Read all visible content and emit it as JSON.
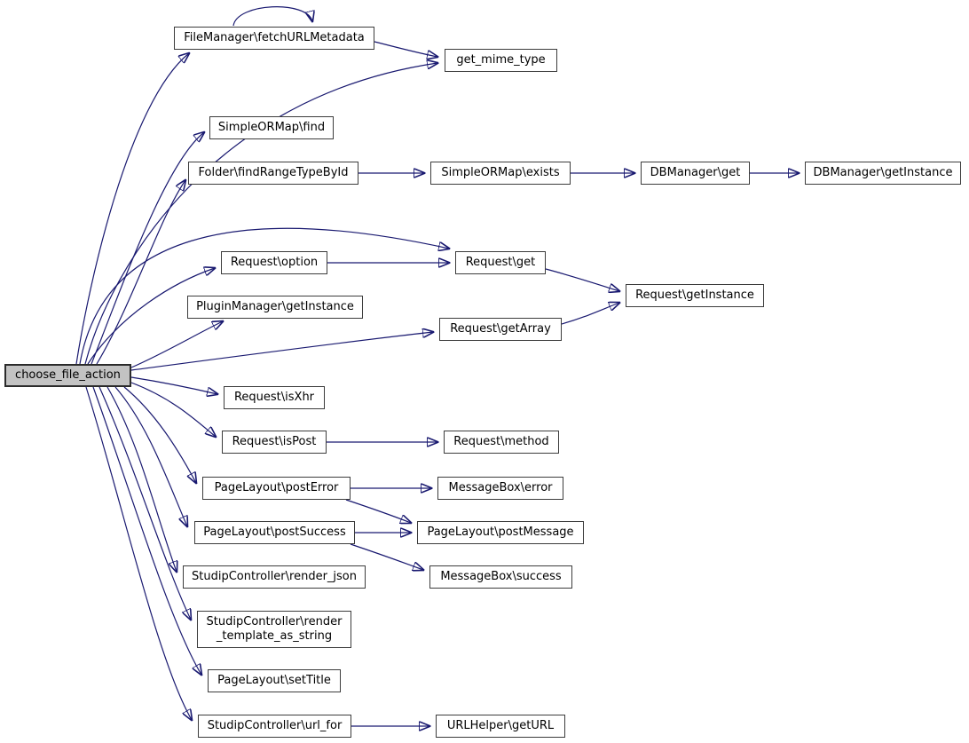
{
  "diagram": {
    "type": "call-graph",
    "root_function": "choose_file_action",
    "colors": {
      "edge": "#191970",
      "node_border": "#3c3c3c",
      "node_fill": "#ffffff",
      "root_fill": "#c3c3c3",
      "text": "#000000",
      "background": "#ffffff"
    },
    "nodes": [
      {
        "id": "fetch-url-metadata",
        "label": "FileManager\\fetchURLMetadata"
      },
      {
        "id": "get-mime-type",
        "label": "get_mime_type"
      },
      {
        "id": "simpleormap-find",
        "label": "SimpleORMap\\find"
      },
      {
        "id": "folder-find-range-type-by-id",
        "label": "Folder\\findRangeTypeById"
      },
      {
        "id": "simpleormap-exists",
        "label": "SimpleORMap\\exists"
      },
      {
        "id": "dbmanager-get",
        "label": "DBManager\\get"
      },
      {
        "id": "dbmanager-getinstance",
        "label": "DBManager\\getInstance"
      },
      {
        "id": "request-option",
        "label": "Request\\option"
      },
      {
        "id": "request-get",
        "label": "Request\\get"
      },
      {
        "id": "request-getinstance",
        "label": "Request\\getInstance"
      },
      {
        "id": "pluginmanager-getinstance",
        "label": "PluginManager\\getInstance"
      },
      {
        "id": "request-getarray",
        "label": "Request\\getArray"
      },
      {
        "id": "choose-file-action",
        "label": "choose_file_action"
      },
      {
        "id": "request-isxhr",
        "label": "Request\\isXhr"
      },
      {
        "id": "request-ispost",
        "label": "Request\\isPost"
      },
      {
        "id": "request-method",
        "label": "Request\\method"
      },
      {
        "id": "pagelayout-posterror",
        "label": "PageLayout\\postError"
      },
      {
        "id": "messagebox-error",
        "label": "MessageBox\\error"
      },
      {
        "id": "pagelayout-postsuccess",
        "label": "PageLayout\\postSuccess"
      },
      {
        "id": "pagelayout-postmessage",
        "label": "PageLayout\\postMessage"
      },
      {
        "id": "studipcontroller-render-json",
        "label": "StudipController\\render_json"
      },
      {
        "id": "messagebox-success",
        "label": "MessageBox\\success"
      },
      {
        "id": "studipcontroller-render-template-as-string",
        "label": "StudipController\\render\n_template_as_string"
      },
      {
        "id": "pagelayout-settitle",
        "label": "PageLayout\\setTitle"
      },
      {
        "id": "studipcontroller-url-for",
        "label": "StudipController\\url_for"
      },
      {
        "id": "urlhelper-geturl",
        "label": "URLHelper\\getURL"
      }
    ],
    "edges": [
      {
        "from": "choose-file-action",
        "to": "fetch-url-metadata"
      },
      {
        "from": "fetch-url-metadata",
        "to": "fetch-url-metadata"
      },
      {
        "from": "fetch-url-metadata",
        "to": "get-mime-type"
      },
      {
        "from": "choose-file-action",
        "to": "get-mime-type"
      },
      {
        "from": "choose-file-action",
        "to": "simpleormap-find"
      },
      {
        "from": "choose-file-action",
        "to": "folder-find-range-type-by-id"
      },
      {
        "from": "folder-find-range-type-by-id",
        "to": "simpleormap-exists"
      },
      {
        "from": "simpleormap-exists",
        "to": "dbmanager-get"
      },
      {
        "from": "dbmanager-get",
        "to": "dbmanager-getinstance"
      },
      {
        "from": "choose-file-action",
        "to": "request-get"
      },
      {
        "from": "choose-file-action",
        "to": "request-option"
      },
      {
        "from": "request-option",
        "to": "request-get"
      },
      {
        "from": "request-get",
        "to": "request-getinstance"
      },
      {
        "from": "choose-file-action",
        "to": "pluginmanager-getinstance"
      },
      {
        "from": "choose-file-action",
        "to": "request-getarray"
      },
      {
        "from": "request-getarray",
        "to": "request-getinstance"
      },
      {
        "from": "choose-file-action",
        "to": "request-isxhr"
      },
      {
        "from": "choose-file-action",
        "to": "request-ispost"
      },
      {
        "from": "request-ispost",
        "to": "request-method"
      },
      {
        "from": "choose-file-action",
        "to": "pagelayout-posterror"
      },
      {
        "from": "pagelayout-posterror",
        "to": "messagebox-error"
      },
      {
        "from": "pagelayout-posterror",
        "to": "pagelayout-postmessage"
      },
      {
        "from": "choose-file-action",
        "to": "pagelayout-postsuccess"
      },
      {
        "from": "pagelayout-postsuccess",
        "to": "pagelayout-postmessage"
      },
      {
        "from": "pagelayout-postsuccess",
        "to": "messagebox-success"
      },
      {
        "from": "choose-file-action",
        "to": "studipcontroller-render-json"
      },
      {
        "from": "choose-file-action",
        "to": "studipcontroller-render-template-as-string"
      },
      {
        "from": "choose-file-action",
        "to": "pagelayout-settitle"
      },
      {
        "from": "choose-file-action",
        "to": "studipcontroller-url-for"
      },
      {
        "from": "studipcontroller-url-for",
        "to": "urlhelper-geturl"
      }
    ]
  }
}
